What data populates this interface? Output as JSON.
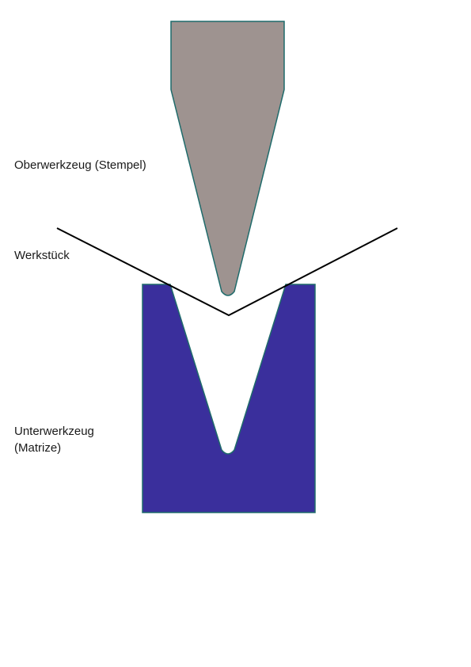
{
  "labels": {
    "punch": "Oberwerkzeug (Stempel)",
    "workpiece": "Werkstück",
    "die_line1": "Unterwerkzeug",
    "die_line2": "(Matrize)"
  },
  "colors": {
    "punch_fill": "#9e9390",
    "die_fill": "#3a2f9c",
    "outline": "#1f6b6b",
    "workpiece_line": "#000000"
  }
}
